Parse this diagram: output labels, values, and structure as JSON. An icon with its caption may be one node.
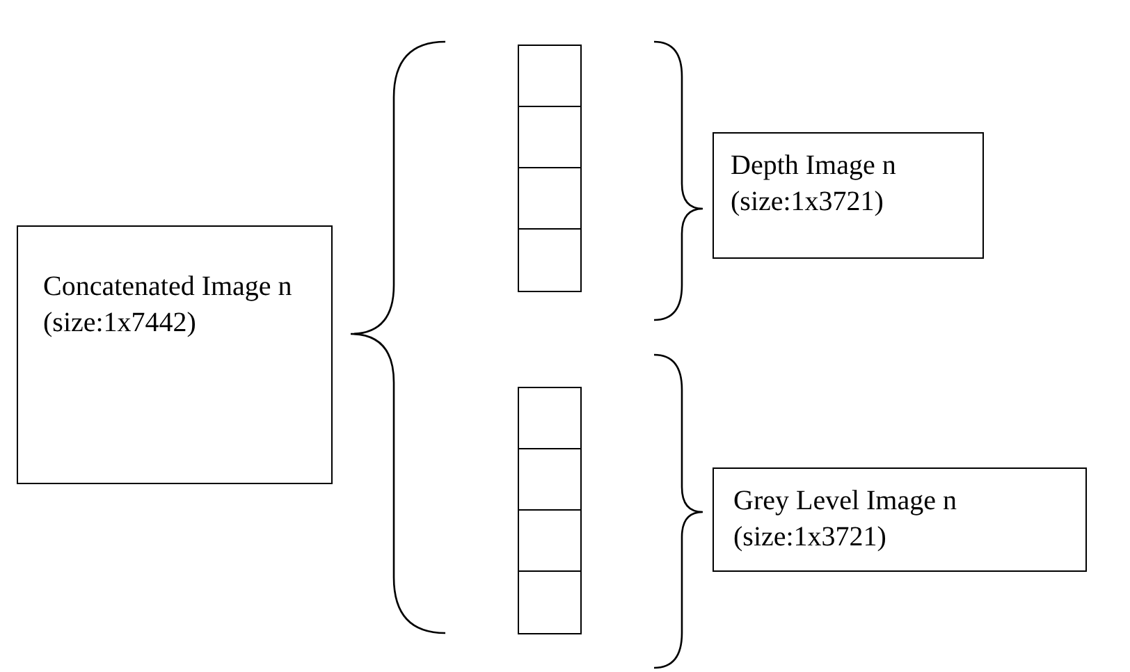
{
  "diagram": {
    "nodes": [
      {
        "text": [
          "Concatenated Image n (size:1x7442)"
        ]
      },
      {
        "text": [],
        "shape": "box"
      },
      {
        "text": [],
        "shape": "box"
      },
      {
        "text": [],
        "shape": "box"
      },
      {
        "text": [],
        "shape": "box"
      },
      {
        "text": [
          "Depth Image n (size:1x3721)"
        ]
      },
      {
        "text": [],
        "shape": "box"
      },
      {
        "text": [],
        "shape": "box"
      },
      {
        "text": [],
        "shape": "box"
      },
      {
        "text": [],
        "shape": "box"
      },
      {
        "text": [
          "Grey Level Image n (size:1x3721)"
        ]
      }
    ]
  }
}
